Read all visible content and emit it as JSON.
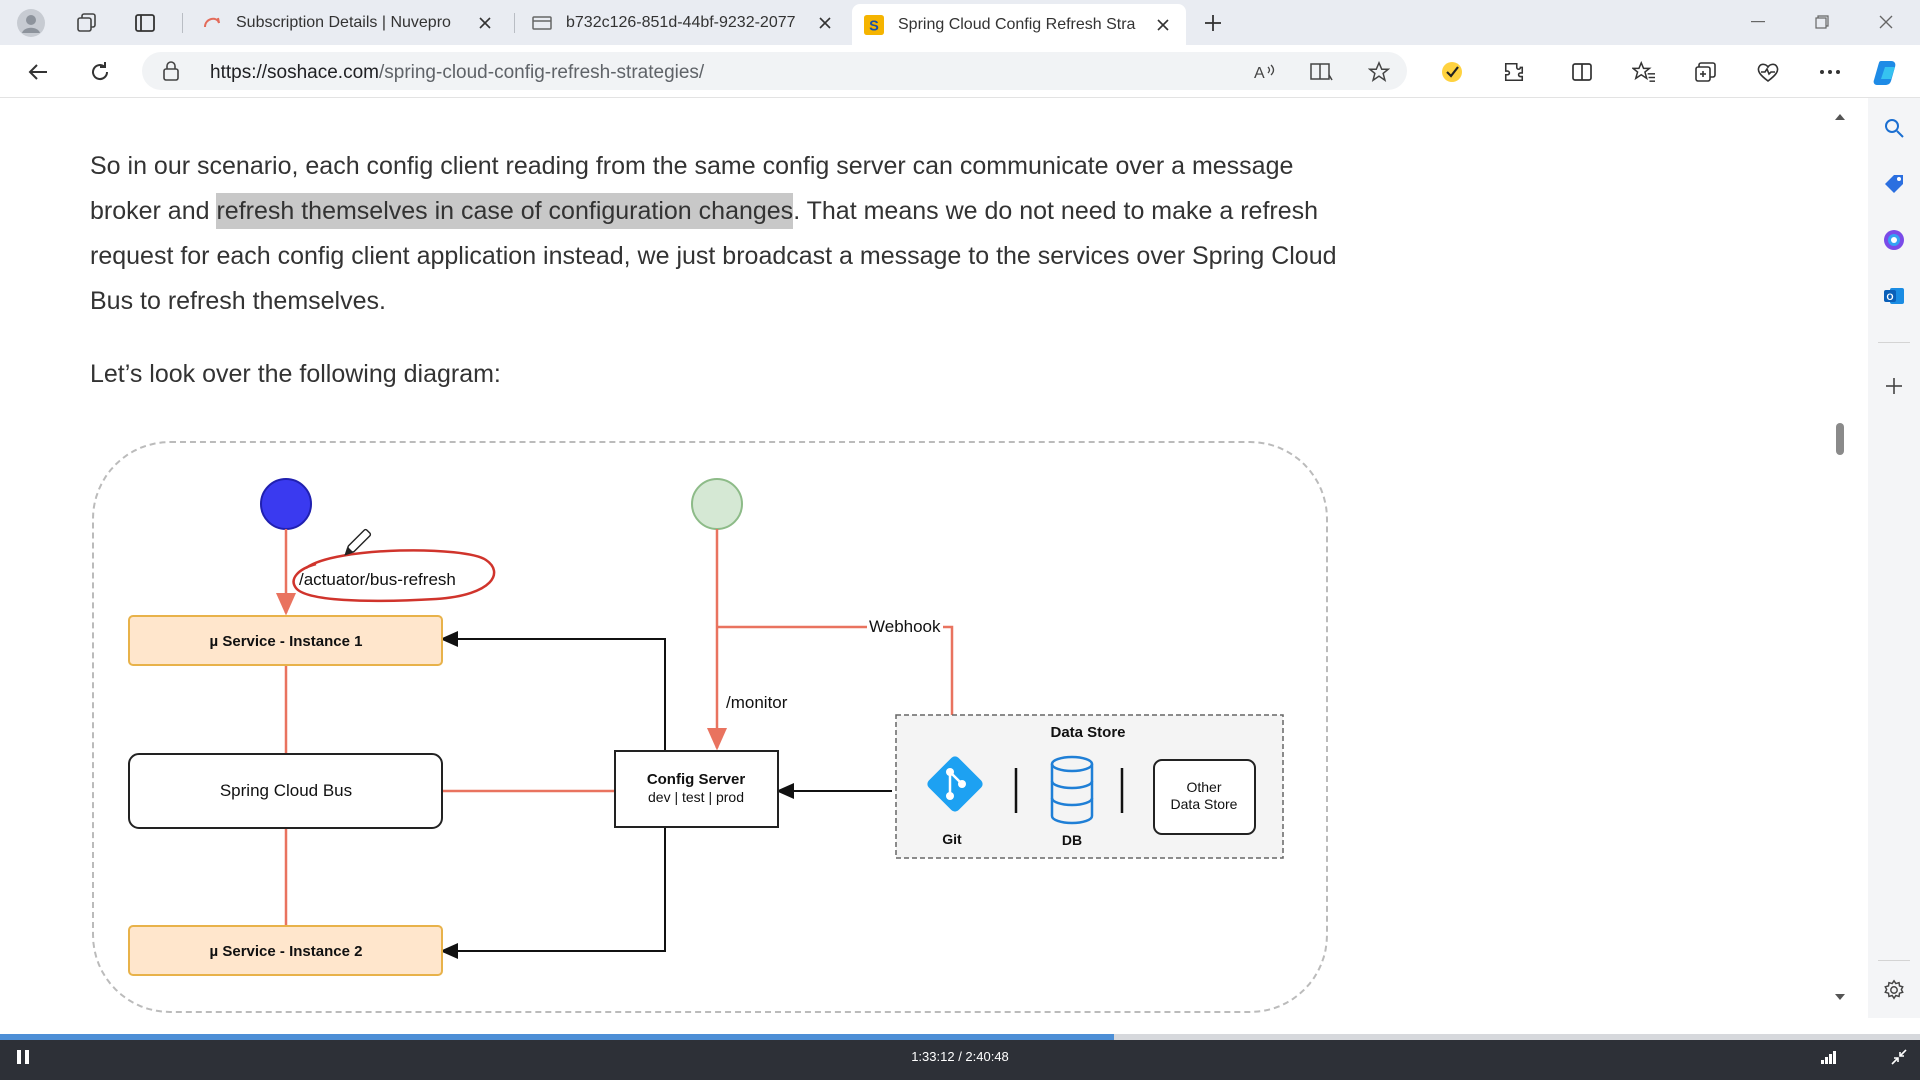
{
  "browser": {
    "tabs": [
      {
        "title": "Subscription Details | Nuvepro",
        "active": false
      },
      {
        "title": "b732c126-851d-44bf-9232-2077",
        "active": false
      },
      {
        "title": "Spring Cloud Config Refresh Stra",
        "active": true
      }
    ],
    "url_scheme_host": "https://soshace.com",
    "url_path": "/spring-cloud-config-refresh-strategies/"
  },
  "article": {
    "para1_before": "So in our scenario, each config client reading from the same config server can communicate over a message broker and ",
    "para1_highlight": "refresh themselves in case of configuration changes",
    "para1_after": ". That means we do not need to make a refresh request for each config client application instead, we just broadcast a message to the services over Spring Cloud Bus to refresh themselves.",
    "para2": "Let’s look over the following diagram:"
  },
  "diagram": {
    "actuator_label": "/actuator/bus-refresh",
    "service1": "µ Service - Instance 1",
    "service2": "µ Service - Instance 2",
    "bus": "Spring Cloud Bus",
    "config_server_title": "Config Server",
    "config_server_sub": "dev | test | prod",
    "webhook": "Webhook",
    "monitor": "/monitor",
    "data_store_title": "Data Store",
    "git": "Git",
    "db": "DB",
    "other_line1": "Other",
    "other_line2": "Data Store",
    "colors": {
      "blue_node": "#3a3af0",
      "green_node": "#d5e8d4",
      "service_fill": "#ffe6cc",
      "service_stroke": "#e8b24a",
      "arrow": "#e9735f",
      "git": "#1da1f2",
      "db": "#1f7fd6"
    }
  },
  "player": {
    "time": "1:33:12 / 2:40:48",
    "progress": 0.58
  }
}
